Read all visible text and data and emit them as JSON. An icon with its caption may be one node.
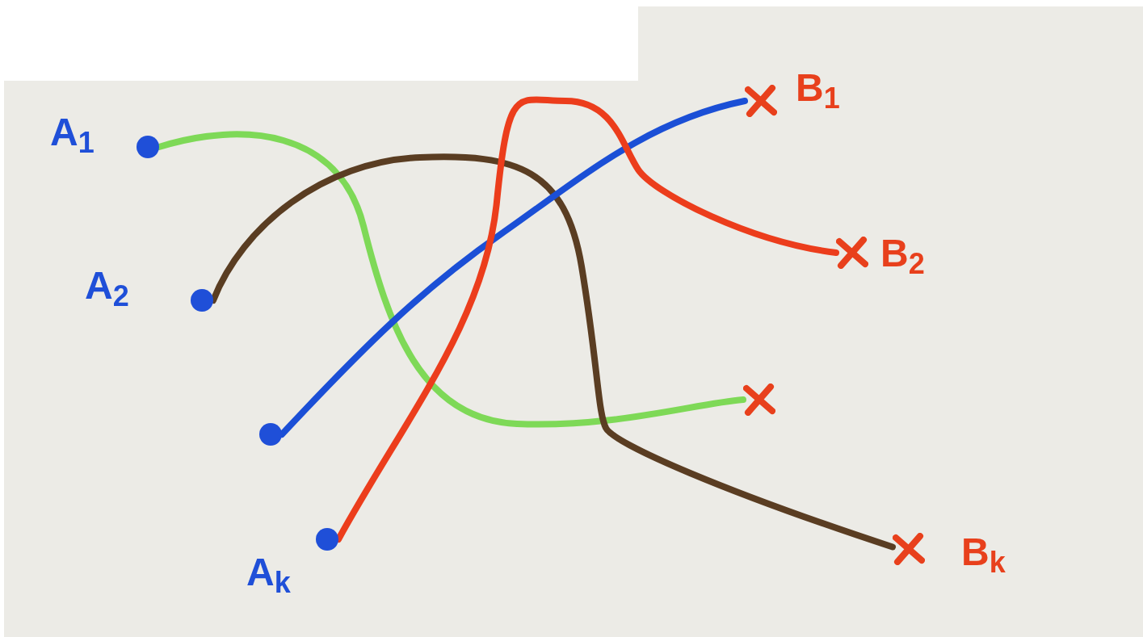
{
  "diagram": {
    "nodes": [
      {
        "text": [],
        "shape": "circle",
        "beside": [
          "A$_{1}$"
        ]
      },
      {
        "text": [],
        "shape": "circle",
        "beside": [
          "A$_{2}$"
        ]
      },
      {
        "text": [],
        "shape": "circle"
      },
      {
        "text": [],
        "shape": "circle",
        "beside": [
          "A$_{k}$"
        ]
      },
      {
        "text": [],
        "shape": "cross",
        "beside": [
          "B$_{1}$"
        ]
      },
      {
        "text": [],
        "shape": "cross",
        "beside": [
          "B$_{2}$"
        ]
      },
      {
        "text": [],
        "shape": "cross"
      },
      {
        "text": [],
        "shape": "cross",
        "beside": [
          "B$_{k}$"
        ]
      }
    ],
    "edges": [
      {
        "from": 0,
        "to": 6,
        "arrow": "none",
        "color": "#7ed957"
      },
      {
        "from": 1,
        "to": 7,
        "arrow": "none",
        "color": "#5a3d22"
      },
      {
        "from": 2,
        "to": 4,
        "arrow": "none",
        "color": "#1b4fd6"
      },
      {
        "from": 3,
        "to": 5,
        "arrow": "none",
        "color": "#ec3d1c"
      }
    ]
  }
}
